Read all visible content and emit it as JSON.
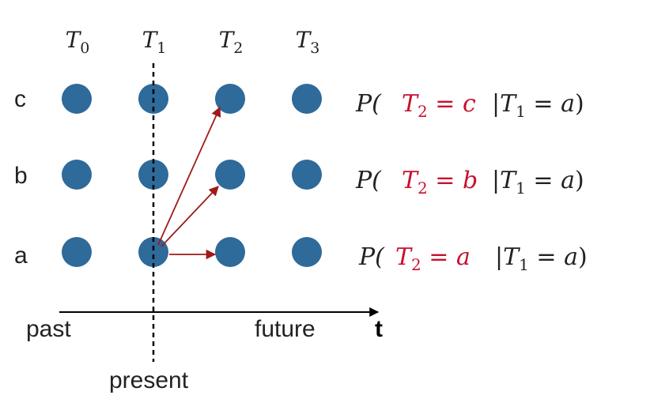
{
  "diagram": {
    "time_labels": [
      {
        "base": "T",
        "sub": "0"
      },
      {
        "base": "T",
        "sub": "1"
      },
      {
        "base": "T",
        "sub": "2"
      },
      {
        "base": "T",
        "sub": "3"
      }
    ],
    "state_labels": [
      "c",
      "b",
      "a"
    ],
    "axis": {
      "past": "past",
      "future": "future",
      "t": "t",
      "present": "present"
    },
    "transitions": [
      {
        "from": {
          "time": 1,
          "state": "a"
        },
        "to": {
          "time": 2,
          "state": "c"
        }
      },
      {
        "from": {
          "time": 1,
          "state": "a"
        },
        "to": {
          "time": 2,
          "state": "b"
        }
      },
      {
        "from": {
          "time": 1,
          "state": "a"
        },
        "to": {
          "time": 2,
          "state": "a"
        }
      }
    ],
    "probabilities": [
      {
        "open": "P(",
        "target": {
          "base": "T",
          "sub": "2",
          "value": "c"
        },
        "given": {
          "base": "T",
          "sub": "1",
          "value": "a"
        },
        "close": ")"
      },
      {
        "open": "P(",
        "target": {
          "base": "T",
          "sub": "2",
          "value": "b"
        },
        "given": {
          "base": "T",
          "sub": "1",
          "value": "a"
        },
        "close": ")"
      },
      {
        "open": "P(",
        "target": {
          "base": "T",
          "sub": "2",
          "value": "a"
        },
        "given": {
          "base": "T",
          "sub": "1",
          "value": "a"
        },
        "close": ")"
      }
    ],
    "colors": {
      "node": "#2e6a9a",
      "arrow": "#a01a1a",
      "highlight": "#c8102e",
      "text": "#222222"
    }
  }
}
